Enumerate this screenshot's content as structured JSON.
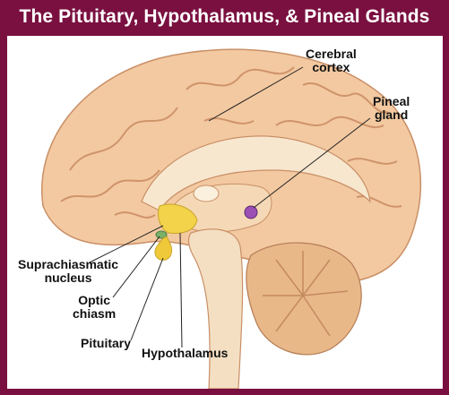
{
  "title": "The Pituitary, Hypothalamus, & Pineal Glands",
  "labels": {
    "cerebral_cortex": [
      "Cerebral",
      "cortex"
    ],
    "pineal_gland": [
      "Pineal",
      "gland"
    ],
    "suprachiasmatic_nucleus": [
      "Suprachiasmatic",
      "nucleus"
    ],
    "optic_chiasm": [
      "Optic",
      "chiasm"
    ],
    "pituitary": "Pituitary",
    "hypothalamus": "Hypothalamus"
  },
  "colors": {
    "frame": "#7a1040",
    "cortex": "#f3c9a1",
    "cortex_shadow": "#d9a27a",
    "inner": "#f8e7cf",
    "hypothalamus": "#f2d34a",
    "pineal": "#9b4fb5",
    "cerebellum": "#e8b889",
    "brainstem": "#f4dfc2"
  }
}
